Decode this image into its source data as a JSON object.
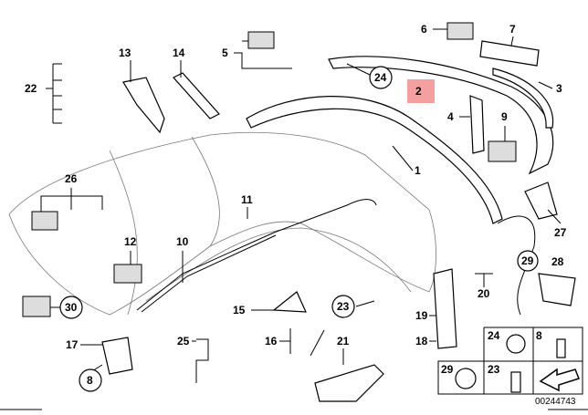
{
  "diagram_id": "00244743",
  "highlight_color": "#f4a0a0",
  "labels": {
    "l1": "1",
    "l2": "2",
    "l3": "3",
    "l4": "4",
    "l5": "5",
    "l6": "6",
    "l7": "7",
    "l8": "8",
    "l9": "9",
    "l10": "10",
    "l11": "11",
    "l12": "12",
    "l13": "13",
    "l14": "14",
    "l15": "15",
    "l16": "16",
    "l17": "17",
    "l18": "18",
    "l19": "19",
    "l20": "20",
    "l21": "21",
    "l22": "22",
    "l23": "23",
    "l24": "24",
    "l25": "25",
    "l26": "26",
    "l27": "27",
    "l28": "28",
    "l29": "29",
    "l30": "30"
  },
  "legend_grid": {
    "c24": "24",
    "c8": "8",
    "c29": "29",
    "c23": "23"
  }
}
